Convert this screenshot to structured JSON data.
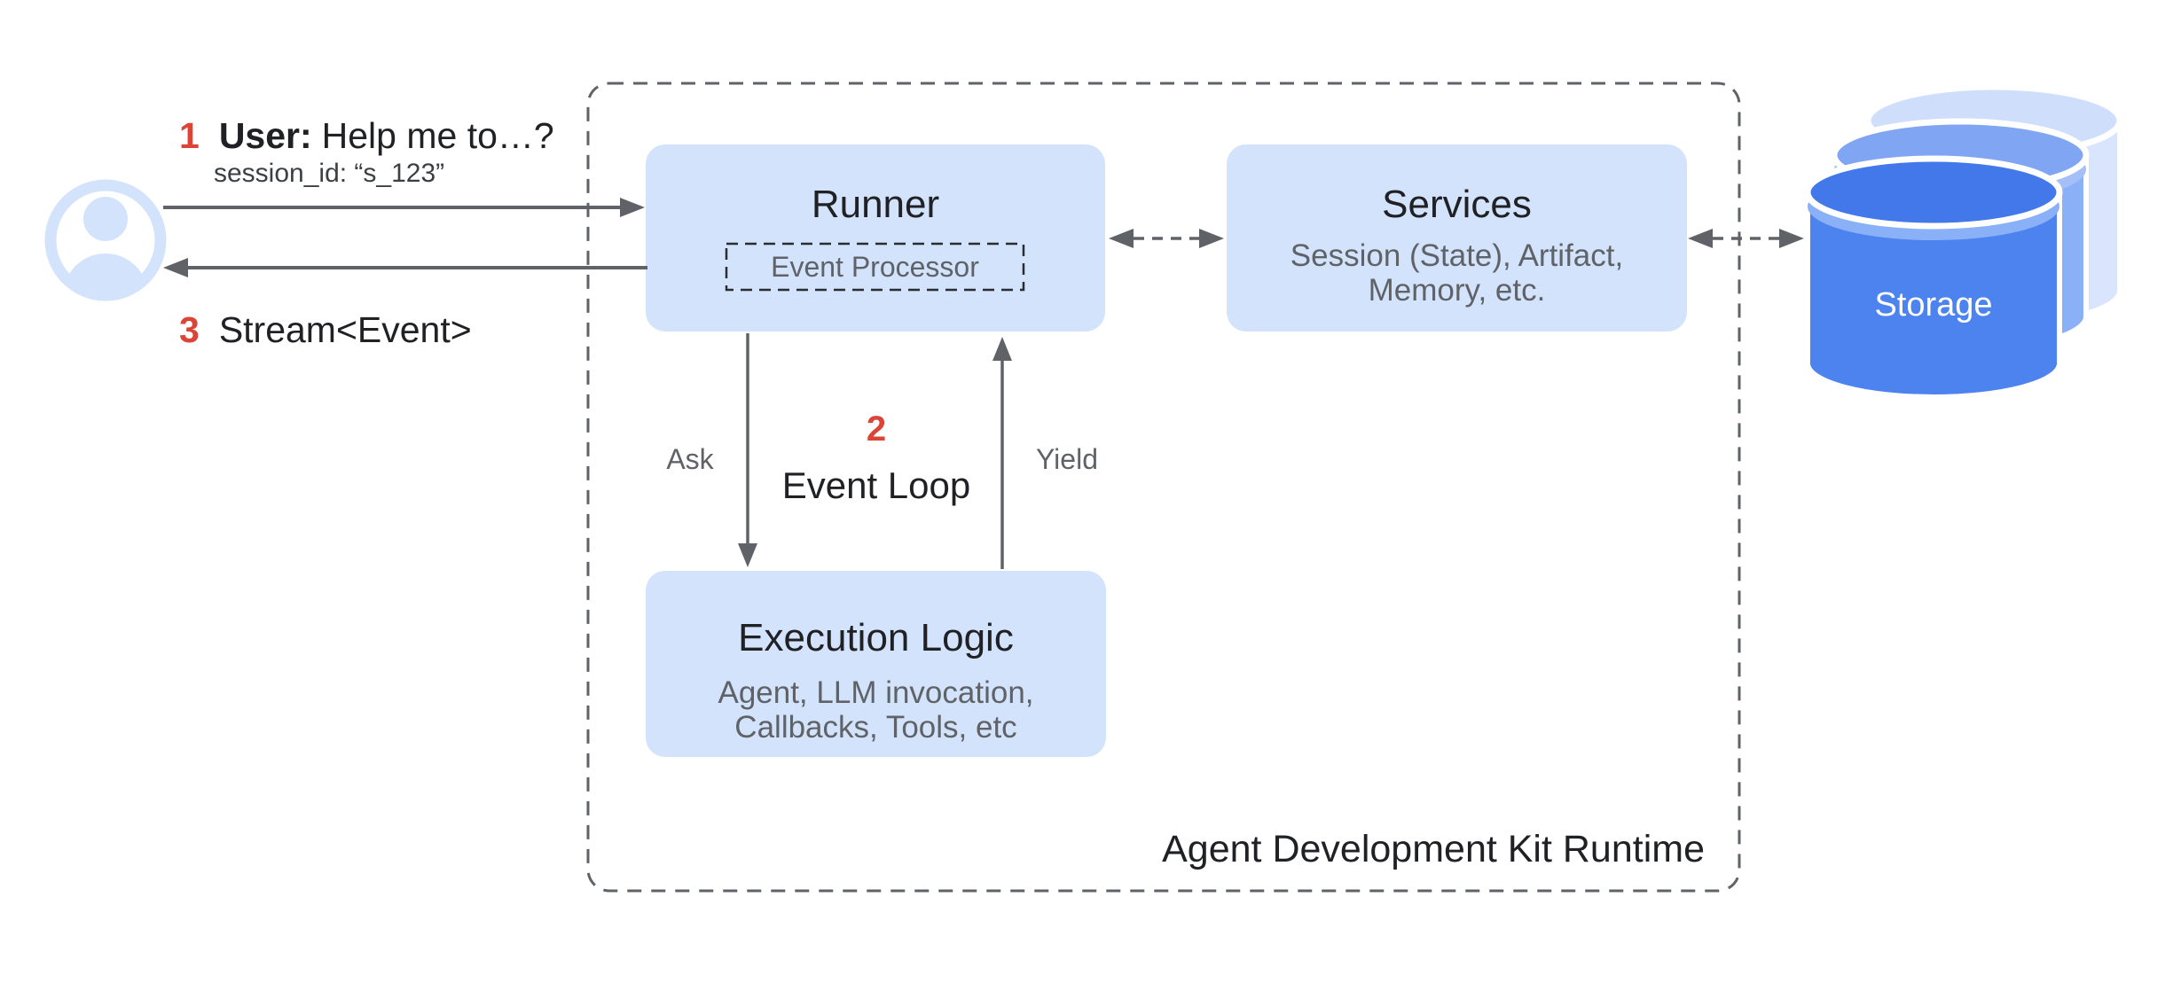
{
  "user_flow": {
    "step1_number": "1",
    "step1_label": "User:",
    "step1_text": "Help me to…?",
    "session_id": "session_id: “s_123”",
    "step3_number": "3",
    "step3_text": "Stream<Event>"
  },
  "runtime": {
    "label": "Agent Development Kit Runtime",
    "runner": {
      "title": "Runner",
      "event_processor_label": "Event Processor"
    },
    "services": {
      "title": "Services",
      "subtitle_line1": "Session (State), Artifact,",
      "subtitle_line2": "Memory, etc."
    },
    "execution_logic": {
      "title": "Execution Logic",
      "subtitle_line1": "Agent, LLM invocation,",
      "subtitle_line2": "Callbacks, Tools, etc"
    },
    "event_loop": {
      "step_number": "2",
      "label": "Event Loop",
      "ask_label": "Ask",
      "yield_label": "Yield"
    }
  },
  "storage": {
    "label": "Storage"
  },
  "palette": {
    "box_fill": "#d3e3fc",
    "accent_red": "#dc4437",
    "text_primary": "#202124",
    "text_secondary": "#5f6368",
    "arrow_gray": "#5f6368",
    "storage_front": "#4d83ee",
    "storage_front_lid": "#4278e9",
    "storage_middle": "#8ab0f7",
    "storage_middle_lid": "#7fa5f3",
    "storage_back": "#d9e5fc",
    "storage_back_lid": "#cfdefb"
  }
}
